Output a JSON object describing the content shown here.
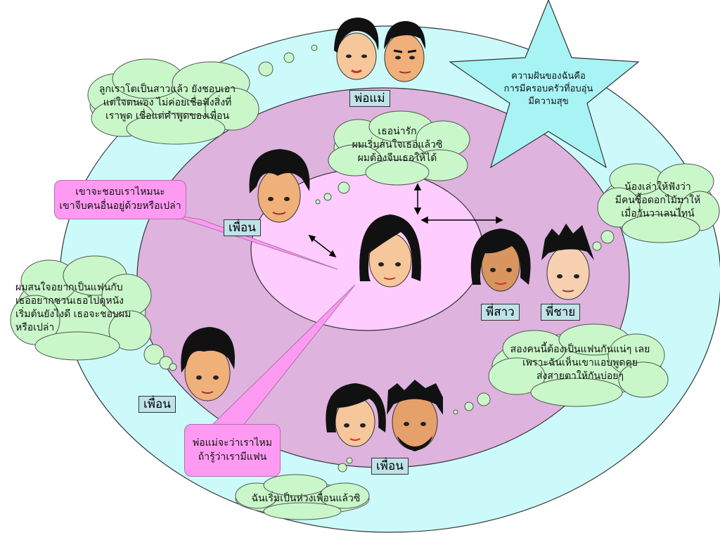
{
  "colors": {
    "outer_ring": "#ccfafa",
    "middle_ring": "#deb3de",
    "inner_ring": "#ffccff",
    "cloud": "#c9f7c9",
    "star": "#a8f4f4",
    "pink_box": "#ff9af2",
    "label_bg": "#bfe3e8"
  },
  "labels": {
    "parents": "พ่อแม่",
    "friend_top": "เพื่อน",
    "friend_left": "เพื่อน",
    "friend_bottom": "เพื่อน",
    "sister": "พี่สาว",
    "brother": "พี่ชาย"
  },
  "clouds": {
    "parents_thought": "ลูกเราโตเป็นสาวแล้ว ยังชอบเอา\nแต่ใจตนเอง ไม่ค่อยเชื่อฟังสิ่งที่\nเราพูด เชื่อแต่คำพูดของเพื่อน",
    "friend_top_thought": "เธอน่ารัก\nผมเริ่มสนใจเธอแล้วซิ\nผมต้องจีบเธอให้ได้",
    "brother_thought": "น้องเล่าให้ฟังว่า\nมีคนซื้อดอกไม้มาให้\nเมื่อวันวาเลนไทน์",
    "friend_left_thought": "ผมสนใจอยากเป็นแฟนกับ\nเธออยากชวนเธอไปดูหนัง\nเริ่มต้นยังไงดี เธอจะชอบผม\nหรือเปล่า",
    "friends_bottom_thought": "สองคนนี้ต้องเป็นแฟนกันแน่ๆ เลย\nเพราะฉันเห็นเขาแอบพูดคุย\nส่งสายตาให้กันบ่อยๆ",
    "friend_girl_thought": "ฉันเริ่มเป็นห่วงเพื่อนแล้วซิ"
  },
  "star_text": "ความฝันของฉันคือ\nการมีครอบครัวที่อบอุ่น\nมีความสุข",
  "callouts": {
    "top": "เขาจะชอบเราไหมนะ\nเขาจีบคนอื่นอยู่ด้วยหรือเปล่า",
    "bottom": "พ่อแม่จะว่าเราไหม\nถ้ารู้ว่าเรามีแฟน"
  }
}
